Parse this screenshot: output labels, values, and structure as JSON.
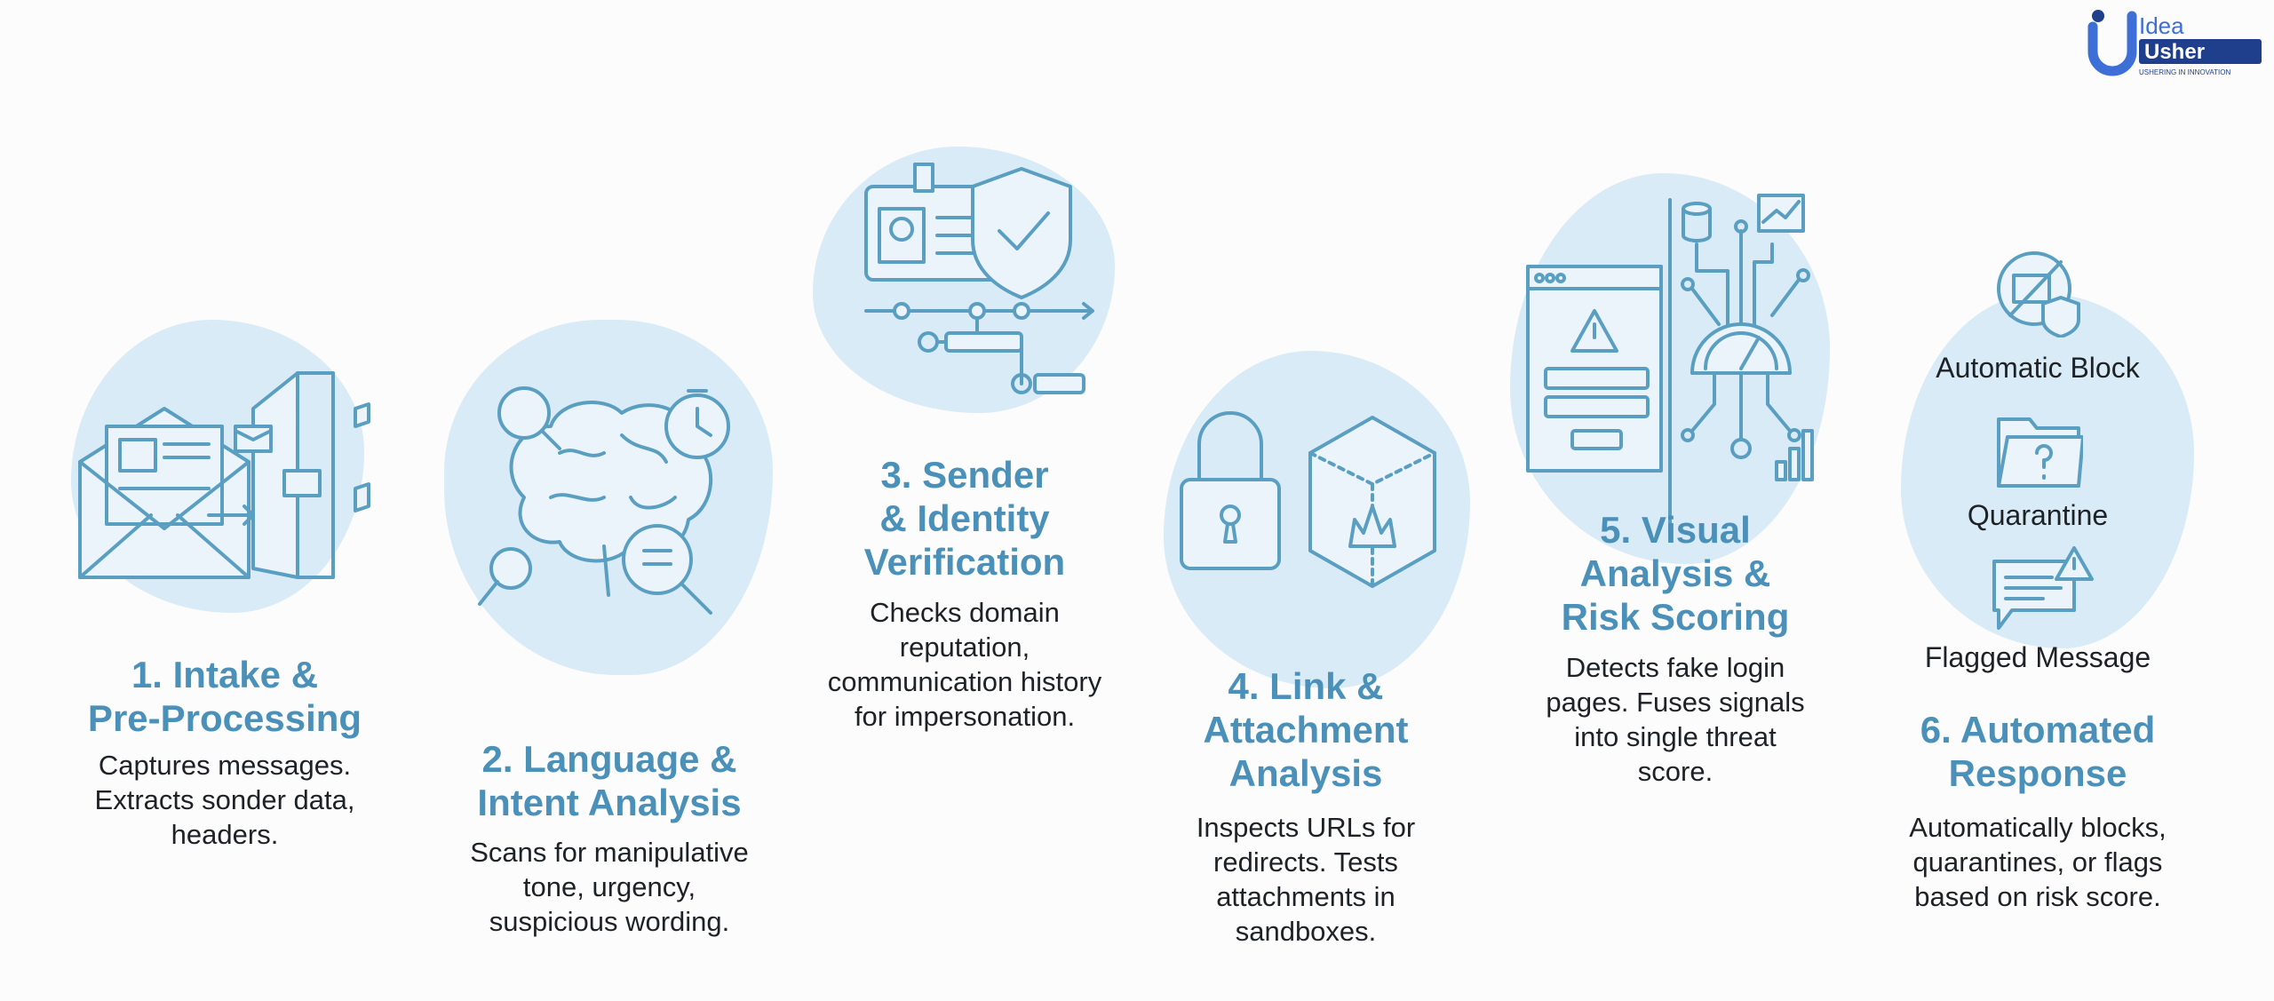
{
  "logo": {
    "name_top": "Idea",
    "name_bottom": "Usher",
    "tagline": "USHERING IN INNOVATION"
  },
  "steps": [
    {
      "title": [
        "1. Intake &",
        "Pre-Processing"
      ],
      "desc": [
        "Captures messages.",
        "Extracts sonder data,",
        "headers."
      ],
      "icon": "envelope-door-icon"
    },
    {
      "title": [
        "2. Language &",
        "Intent Analysis"
      ],
      "desc": [
        "Scans for manipulative",
        "tone, urgency,",
        "suspicious wording."
      ],
      "icon": "brain-magnifier-icon"
    },
    {
      "title": [
        "3. Sender",
        "& Identity",
        "Verification"
      ],
      "desc": [
        "Checks domain",
        "reputation,",
        "communication history",
        "for impersonation."
      ],
      "icon": "id-card-shield-icon"
    },
    {
      "title": [
        "4. Link &",
        "Attachment",
        "Analysis"
      ],
      "desc": [
        "Inspects URLs for",
        "redirects. Tests",
        "attachments in",
        "sandboxes."
      ],
      "icon": "lock-sandbox-icon"
    },
    {
      "title": [
        "5. Visual",
        "Analysis &",
        "Risk Scoring"
      ],
      "desc": [
        "Detects fake login",
        "pages. Fuses signals",
        "into single threat",
        "score."
      ],
      "icon": "gauge-login-icon"
    },
    {
      "title": [
        "6. Automated",
        "Response"
      ],
      "desc": [
        "Automatically blocks,",
        "quarantines, or flags",
        "based on risk score."
      ],
      "icon": "response-icons",
      "outcomes": [
        "Automatic Block",
        "Quarantine",
        "Flagged Message"
      ]
    }
  ],
  "colors": {
    "title": "#4a90b8",
    "blob": "#d8ebf6",
    "text": "#1e2226",
    "logo": "#3d6fd6"
  }
}
